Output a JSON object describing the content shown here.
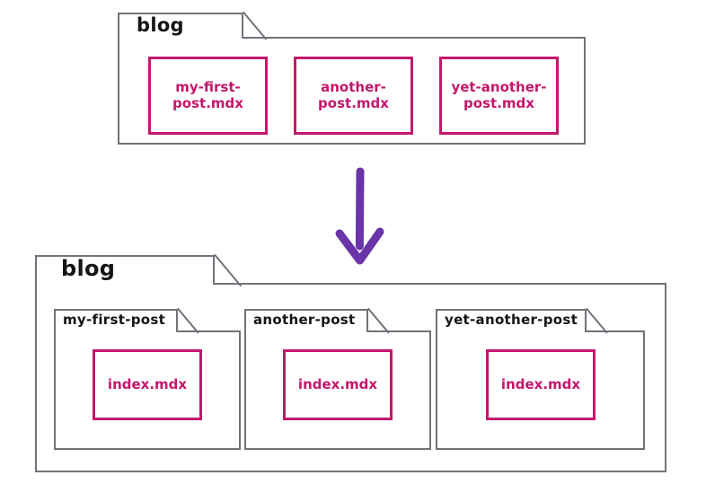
{
  "diagram": {
    "title": "blog folder restructure: flat mdx files to per-post folders with index.mdx",
    "colors": {
      "background": "#ffffff",
      "folder_outline": "#70737a",
      "file_outline": "#c4176c",
      "file_text": "#c4176c",
      "folder_text": "#151515",
      "arrow": "#6a35a8"
    },
    "before": {
      "folder": {
        "name": "blog",
        "label": "blog",
        "files": [
          {
            "name": "my-first-post.mdx",
            "label": "my-first-\npost.mdx"
          },
          {
            "name": "another-post.mdx",
            "label": "another-\npost.mdx"
          },
          {
            "name": "yet-another-post.mdx",
            "label": "yet-another-\npost.mdx"
          }
        ]
      }
    },
    "transform": {
      "arrow": {
        "icon": "arrow-down-icon",
        "direction": "down",
        "color": "#6a35a8"
      }
    },
    "after": {
      "folder": {
        "name": "blog",
        "label": "blog",
        "subfolders": [
          {
            "name": "my-first-post",
            "label": "my-first-post",
            "files": [
              {
                "name": "index.mdx",
                "label": "index.mdx"
              }
            ]
          },
          {
            "name": "another-post",
            "label": "another-post",
            "files": [
              {
                "name": "index.mdx",
                "label": "index.mdx"
              }
            ]
          },
          {
            "name": "yet-another-post",
            "label": "yet-another-post",
            "files": [
              {
                "name": "index.mdx",
                "label": "index.mdx"
              }
            ]
          }
        ]
      }
    }
  }
}
